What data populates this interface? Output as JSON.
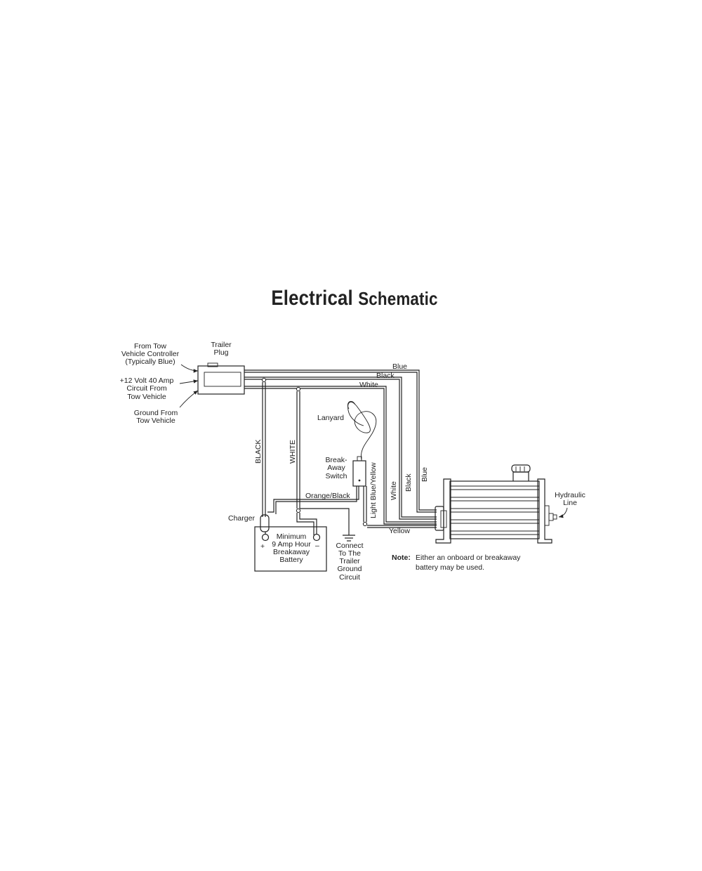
{
  "title": {
    "part1": "Electrical",
    "part2": "Schematic"
  },
  "labels": {
    "from_tow": [
      "From Tow",
      "Vehicle Controller",
      "(Typically Blue)"
    ],
    "plus12": [
      "+12 Volt 40 Amp",
      "Circuit From",
      "Tow Vehicle"
    ],
    "ground_from": [
      "Ground From",
      "Tow Vehicle"
    ],
    "trailer_plug": [
      "Trailer",
      "Plug"
    ],
    "wire_blue": "Blue",
    "wire_black": "Black",
    "wire_white": "White",
    "vert_black_caps": "BLACK",
    "vert_white_caps": "WHITE",
    "lanyard": "Lanyard",
    "breakaway": [
      "Break-",
      "Away",
      "Switch"
    ],
    "light_blue_yellow": "Light Blue/Yellow",
    "vert_white": "White",
    "vert_black": "Black",
    "vert_blue": "Blue",
    "orange_black": "Orange/Black",
    "charger": "Charger",
    "battery": [
      "Minimum",
      "9 Amp Hour",
      "Breakaway",
      "Battery"
    ],
    "plus": "+",
    "minus": "–",
    "connect": [
      "Connect",
      "To The",
      "Trailer",
      "Ground",
      "Circuit"
    ],
    "yellow": "Yellow",
    "hydraulic": [
      "Hydraulic",
      "Line"
    ],
    "note_label": "Note:",
    "note_text": [
      "Either an onboard or breakaway",
      "battery may be used."
    ]
  },
  "colors": {
    "ink": "#222222",
    "background": "#ffffff"
  }
}
